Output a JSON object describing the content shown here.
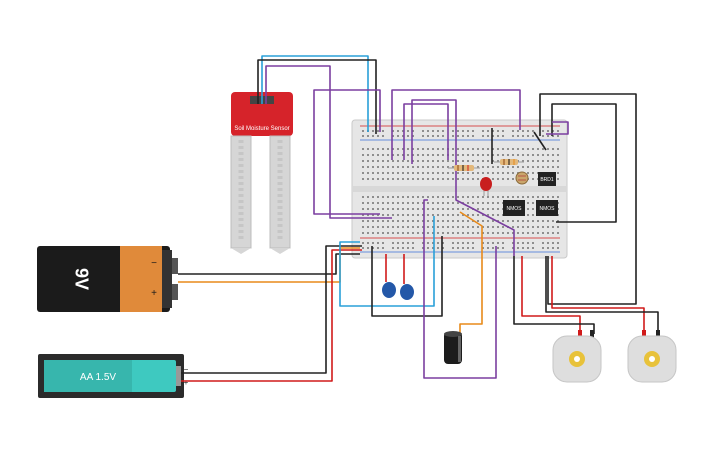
{
  "battery_9v": {
    "label": "9V",
    "terminal_neg": "−",
    "terminal_pos": "+"
  },
  "battery_aa": {
    "label": "AA 1.5V",
    "terminal_neg": "−",
    "terminal_pos": "+"
  },
  "soil_sensor": {
    "label": "Soil Moisture Sensor"
  },
  "ic_labels": {
    "chip_top": "BRD1",
    "chip_left": "NMOS",
    "chip_right": "NMOS"
  },
  "colors": {
    "wire_red": "#d11a1a",
    "wire_black": "#222222",
    "wire_purple": "#7b3fa0",
    "wire_blue": "#2aa0d8",
    "wire_orange": "#e88a1a",
    "breadboard": "#e6e6e6",
    "sensor_red": "#d6232a",
    "battery_orange": "#e08a3a",
    "aa_teal": "#3ec9c0"
  }
}
